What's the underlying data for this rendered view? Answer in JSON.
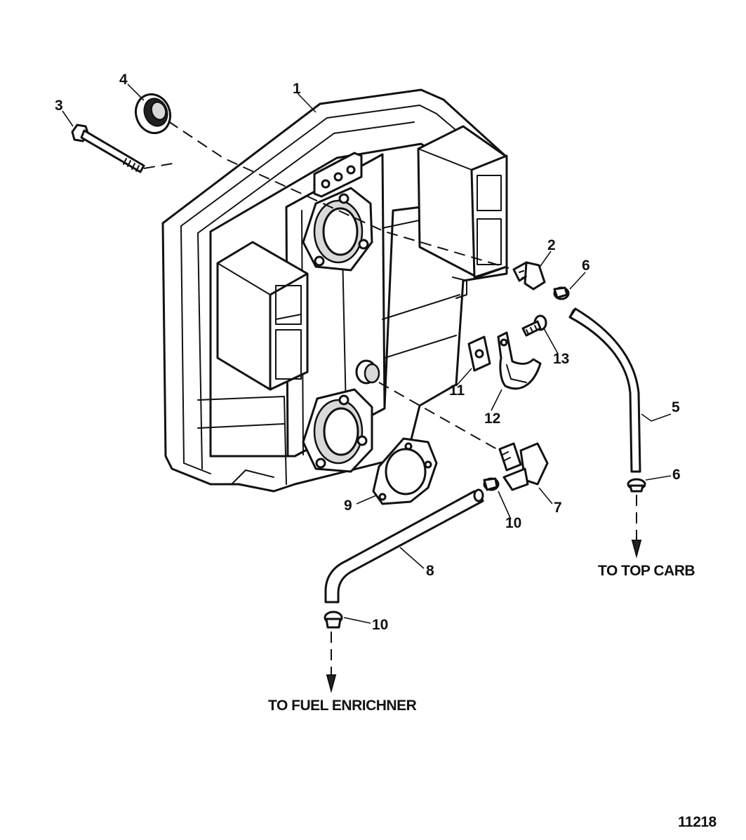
{
  "callouts": [
    "1",
    "2",
    "3",
    "4",
    "5",
    "6",
    "6",
    "7",
    "8",
    "9",
    "10",
    "10",
    "11",
    "12",
    "13"
  ],
  "notes": {
    "top_carb": "TO TOP CARB",
    "fuel_enrichner": "TO FUEL ENRICHNER"
  },
  "figure_number": "11218"
}
